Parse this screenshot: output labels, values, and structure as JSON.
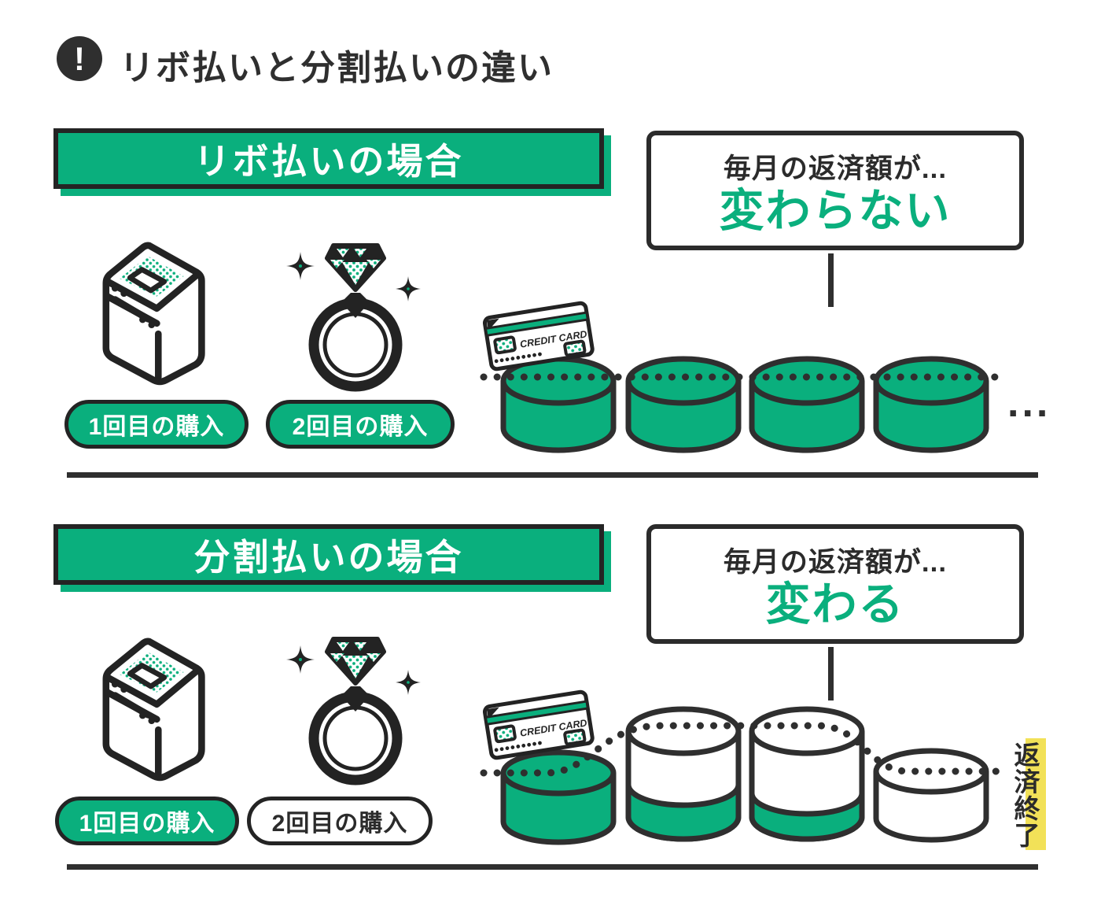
{
  "colors": {
    "green": "#0aaf7d",
    "dark": "#2f2f2f",
    "yellow": "#f2e158"
  },
  "title": {
    "icon": "exclamation-icon",
    "icon_glyph": "!",
    "text": "リボ払いと分割払いの違い"
  },
  "revolving": {
    "banner": "リボ払いの場合",
    "callout": {
      "line1": "毎月の返済額が...",
      "line2": "変わらない"
    },
    "purchases": [
      {
        "label": "1回目の購入",
        "item": "washing-machine",
        "pill_style": "green"
      },
      {
        "label": "2回目の購入",
        "item": "diamond-ring",
        "pill_style": "green"
      }
    ],
    "credit_card_label": "CREDIT CARD",
    "payments": {
      "cylinder_fill_levels": [
        1,
        1,
        1,
        1
      ],
      "continues": "..."
    }
  },
  "installment": {
    "banner": "分割払いの場合",
    "callout": {
      "line1": "毎月の返済額が...",
      "line2": "変わる"
    },
    "purchases": [
      {
        "label": "1回目の購入",
        "item": "washing-machine",
        "pill_style": "green"
      },
      {
        "label": "2回目の購入",
        "item": "diamond-ring",
        "pill_style": "white"
      }
    ],
    "credit_card_label": "CREDIT CARD",
    "payments": {
      "cylinder_fill_levels": [
        1,
        0.5,
        0.4,
        0
      ],
      "end_label": "返済終了"
    }
  }
}
